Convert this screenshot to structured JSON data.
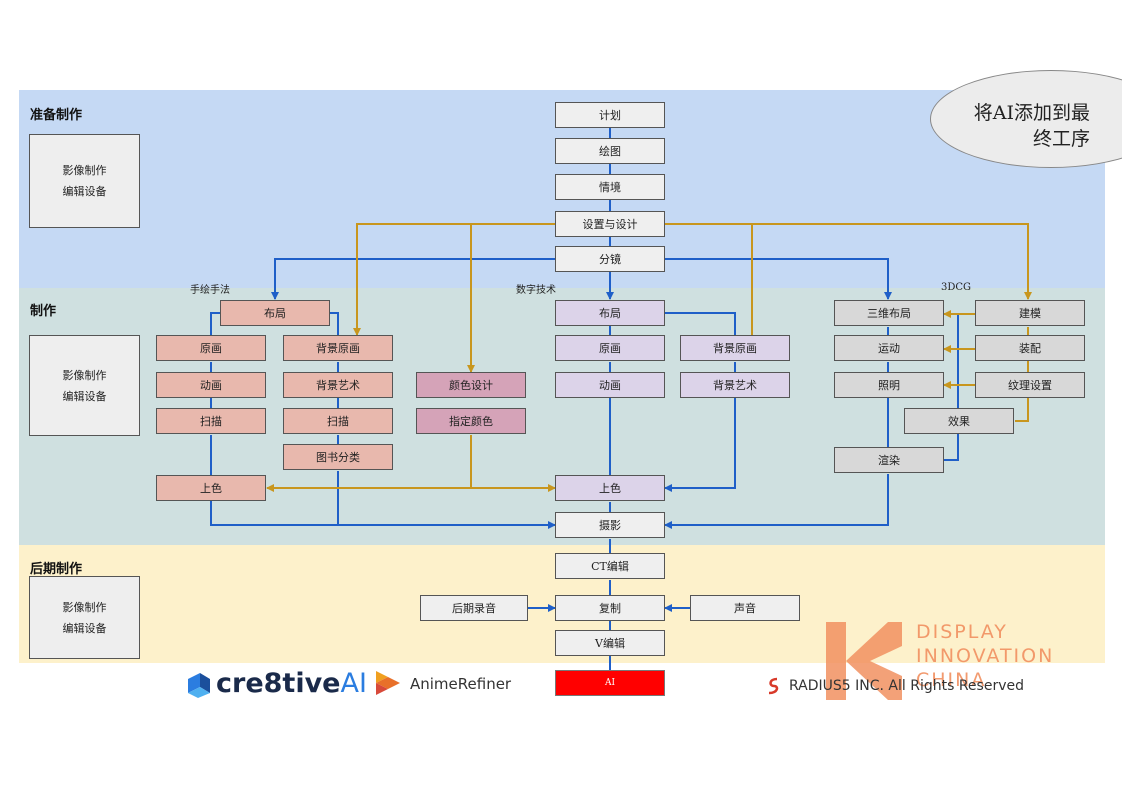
{
  "stages": {
    "pre": "准备制作",
    "prod": "制作",
    "post": "后期制作"
  },
  "side_box": {
    "line1": "影像制作",
    "line2": "编辑设备"
  },
  "callout": {
    "line1": "将AI添加到最",
    "line2": "终工序"
  },
  "section_labels": {
    "hand": "手绘手法",
    "digital": "数字技术",
    "cg": "3DCG"
  },
  "pipeline": {
    "plan": "计划",
    "draw": "绘图",
    "scene": "情境",
    "setting": "设置与设计",
    "storyboard": "分镜",
    "layout": "布局",
    "key": "原画",
    "anim": "动画",
    "color": "上色",
    "photo": "摄影",
    "ct_edit": "CT编辑",
    "dub": "复制",
    "v_edit": "V编辑",
    "ai": "AI"
  },
  "hand": {
    "layout": "布局",
    "key": "原画",
    "anim": "动画",
    "scan1": "扫描",
    "bg_key": "背景原画",
    "bg_art": "背景艺术",
    "scan2": "扫描",
    "book": "图书分类",
    "color": "上色"
  },
  "color_design": {
    "design": "颜色设计",
    "assign": "指定颜色"
  },
  "digital_bg": {
    "bg_key": "背景原画",
    "bg_art": "背景艺术"
  },
  "cg": {
    "layout3d": "三维布局",
    "motion": "运动",
    "light": "照明",
    "render": "渲染",
    "model": "建模",
    "rig": "装配",
    "texture": "纹理设置",
    "effect": "效果"
  },
  "post": {
    "recording": "后期录音",
    "sound": "声音"
  },
  "footer": {
    "brand1": "cre8tive",
    "brand1_ai": "AI",
    "brand2": "AnimeRefiner",
    "rights": "RADIUS5 INC. All Rights Reserved",
    "watermark": [
      "DISPLAY",
      "INNOVATION",
      "CHINA"
    ]
  },
  "colors": {
    "pre_band": "#c5d9f4",
    "prod_band": "#cfe0e0",
    "post_band": "#fdf1cb",
    "blue_arrow": "#1f5fc8",
    "gold_arrow": "#c8961e",
    "ai_box": "#ff0000"
  }
}
